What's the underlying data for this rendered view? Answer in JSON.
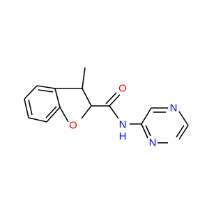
{
  "molecule": {
    "atoms": {
      "o_ring": {
        "label": "O",
        "color": "#ff0000"
      },
      "o_carbonyl": {
        "label": "O",
        "color": "#ff0000"
      },
      "n_amide": {
        "label": "N",
        "color": "#0000ff"
      },
      "h_amide": {
        "label": "H",
        "color": "#0000ff"
      },
      "n_pyrazine_1": {
        "label": "N",
        "color": "#0000ff"
      },
      "n_pyrazine_4": {
        "label": "N",
        "color": "#0000ff"
      }
    }
  }
}
